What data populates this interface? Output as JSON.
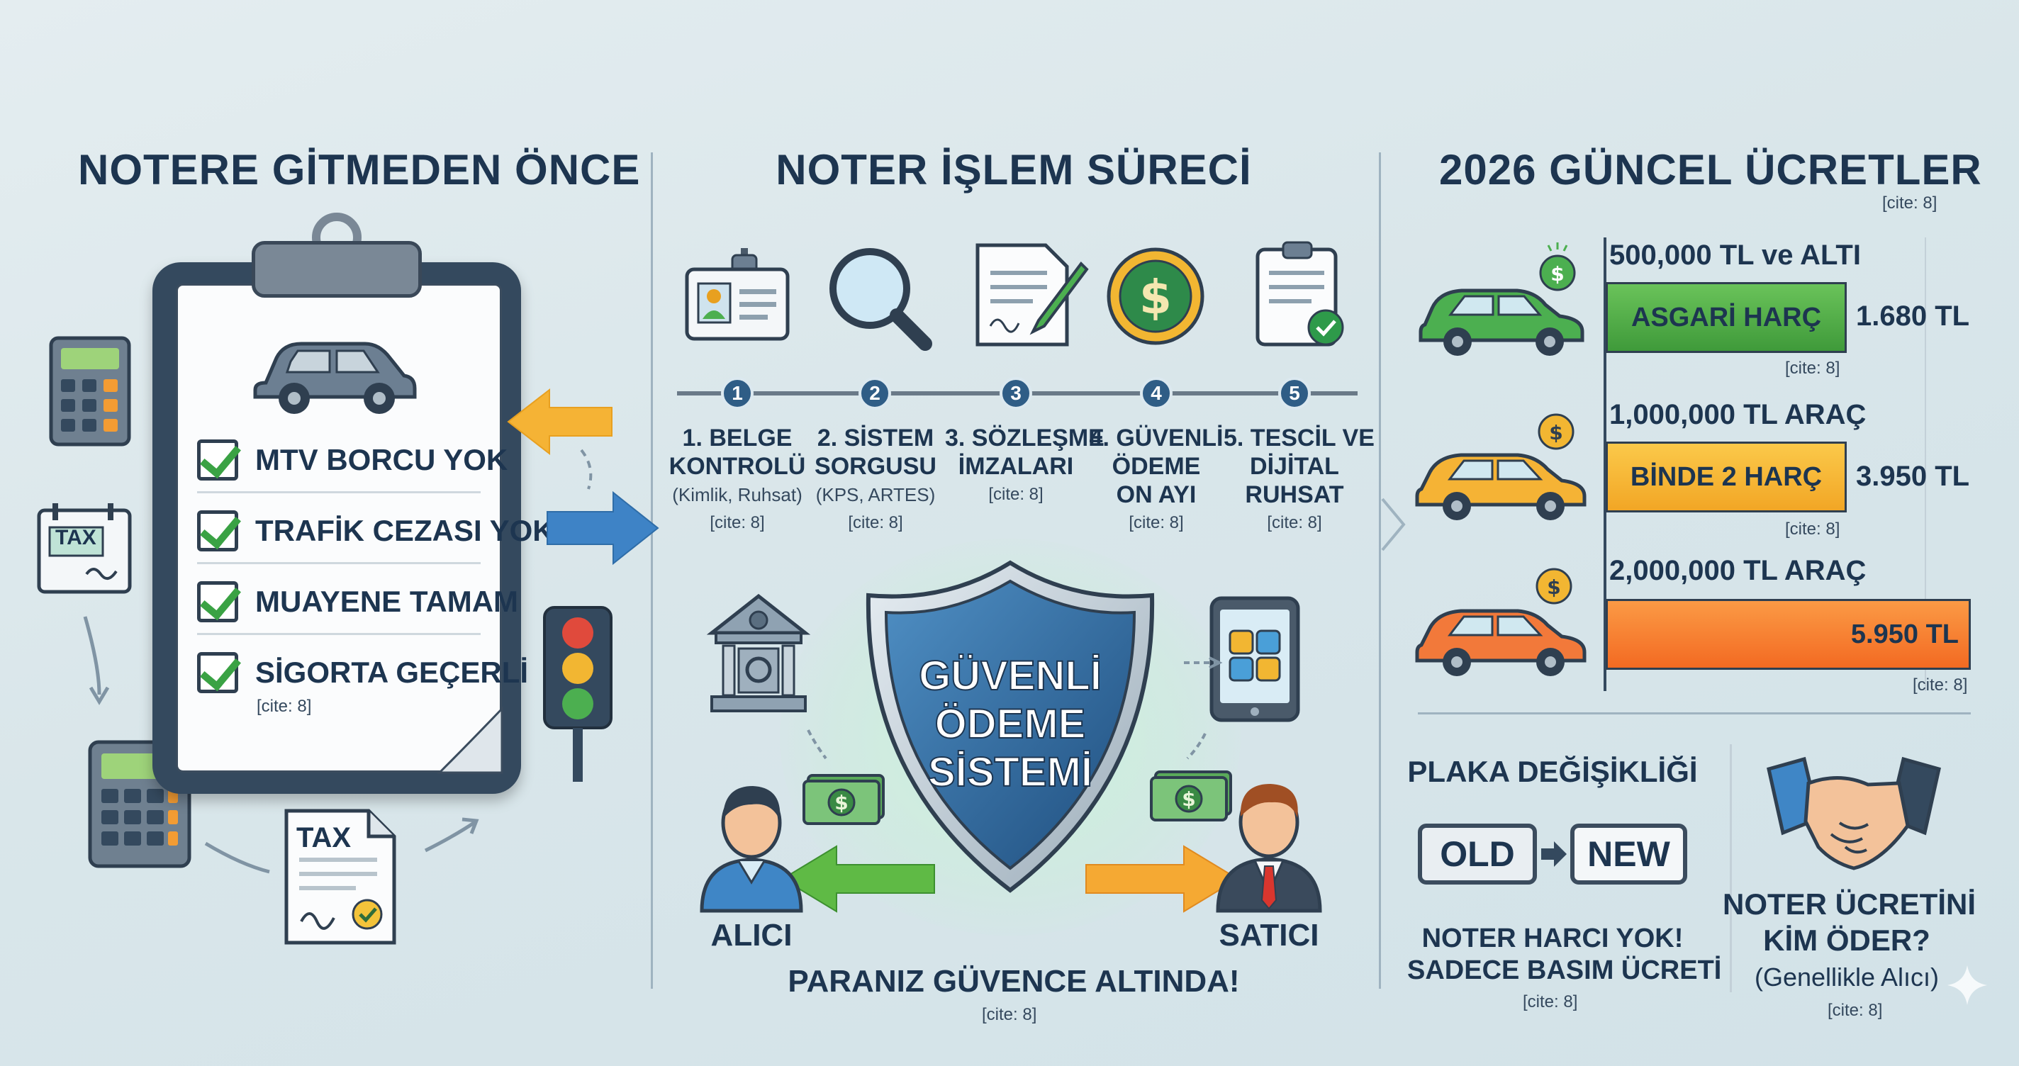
{
  "sections": {
    "left": {
      "title": "NOTERE GİTMEDEN ÖNCE",
      "checklist": [
        "MTV BORCU YOK",
        "TRAFİK CEZASI YOK",
        "MUAYENE TAMAM",
        "SİGORTA GEÇERLİ"
      ],
      "cite": "[cite: 8]",
      "tax_tag_1": "TAX",
      "tax_tag_2": "TAX"
    },
    "middle": {
      "title": "NOTER İŞLEM SÜRECİ",
      "steps": [
        {
          "num": "1",
          "line1": "1. BELGE",
          "line2": "KONTROLÜ",
          "sub": "(Kimlik, Ruhsat)",
          "cite": "[cite: 8]"
        },
        {
          "num": "2",
          "line1": "2. SİSTEM",
          "line2": "SORGUSU",
          "sub": "(KPS, ARTES)",
          "cite": "[cite: 8]"
        },
        {
          "num": "3",
          "line1": "3. SÖZLEŞME",
          "line2": "İMZALARI",
          "sub": "",
          "cite": "[cite: 8]"
        },
        {
          "num": "4",
          "line1": "4. GÜVENLİ",
          "line2": "ÖDEME",
          "line3": "ON AYI",
          "cite": "[cite: 8]"
        },
        {
          "num": "5",
          "line1": "5. TESCİL VE",
          "line2": "DİJİTAL",
          "line3": "RUHSAT",
          "cite": "[cite: 8]"
        }
      ],
      "shield_text": [
        "GÜVENLİ",
        "ÖDEME",
        "SİSTEMİ"
      ],
      "buyer": "ALICI",
      "seller": "SATICI",
      "safe_text": "PARANIZ GÜVENCE ALTINDA!",
      "cite": "[cite: 8]"
    },
    "right": {
      "title": "2026 GÜNCEL ÜCRETLER",
      "cite": "[cite: 8]",
      "fees": [
        {
          "label": "500,000 TL ve ALTI",
          "bar_label": "ASGARİ HARÇ",
          "value": "1.680 TL",
          "cite": "[cite: 8]",
          "color": "#4caf50"
        },
        {
          "label": "1,000,000 TL ARAÇ",
          "bar_label": "BİNDE 2 HARÇ",
          "value": "3.950 TL",
          "cite": "[cite: 8]",
          "color": "#f7b733"
        },
        {
          "label": "2,000,000 TL ARAÇ",
          "bar_label": "",
          "value": "5.950 TL",
          "cite": "[cite: 8]",
          "color": "#f57c30"
        }
      ],
      "plate": {
        "title": "PLAKA DEĞİŞİKLİĞİ",
        "old": "OLD",
        "new": "NEW",
        "line1": "NOTER HARCI YOK!",
        "line2": "SADECE BASIM ÜCRETİ",
        "cite": "[cite: 8]"
      },
      "who_pays": {
        "line1": "NOTER ÜCRETİNİ",
        "line2": "KİM ÖDER?",
        "line3": "(Genellikle Alıcı)",
        "cite": "[cite: 8]"
      }
    }
  }
}
